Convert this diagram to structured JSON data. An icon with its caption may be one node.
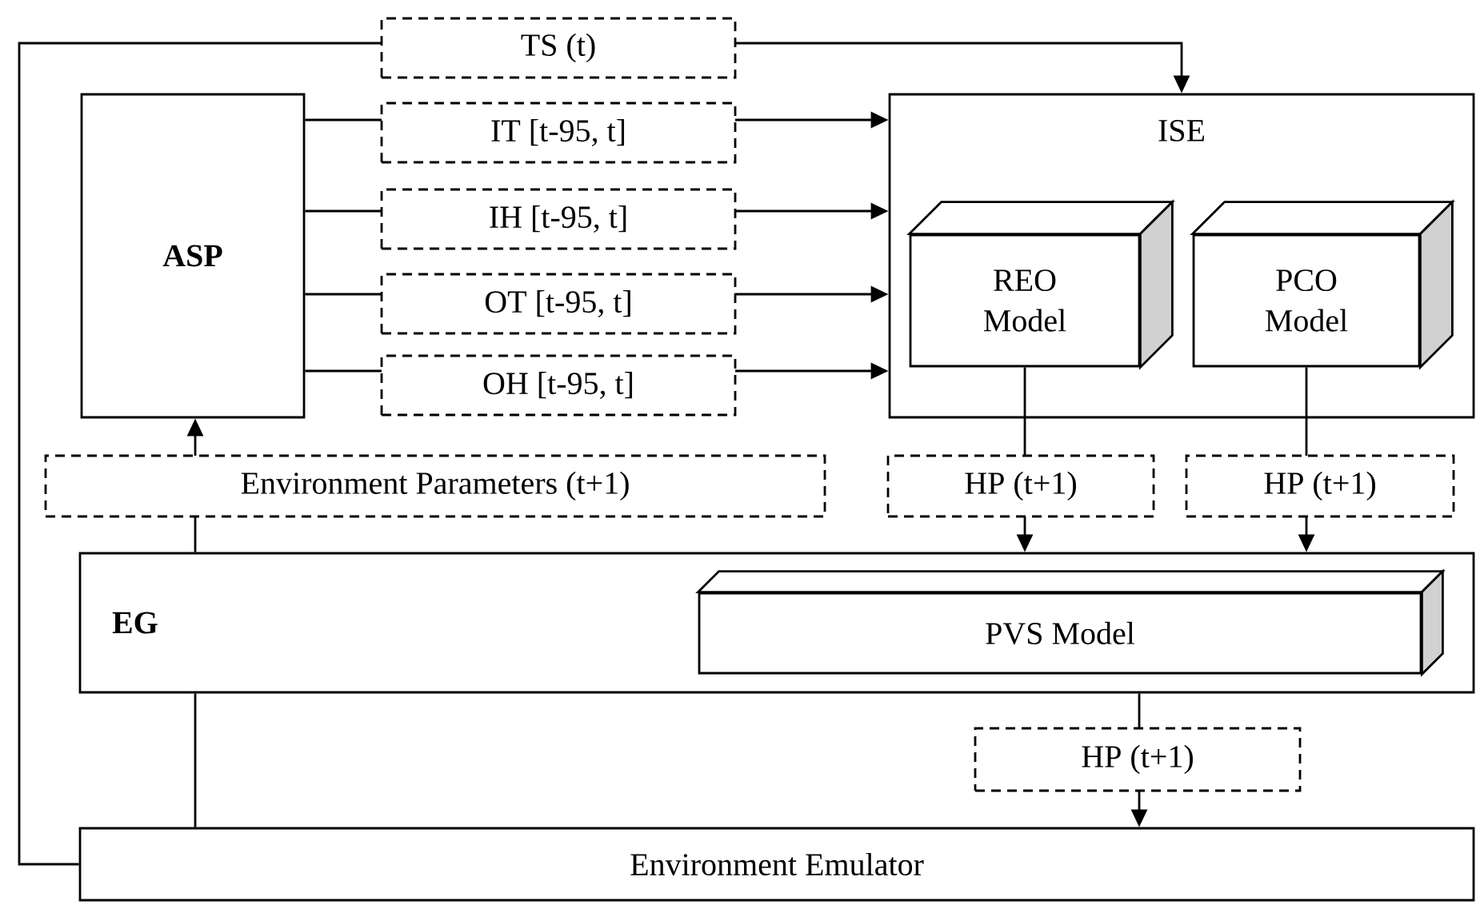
{
  "diagram": {
    "nodes": [
      {
        "text": [
          "ASP"
        ]
      },
      {
        "text": [
          "ISE"
        ]
      },
      {
        "text": [
          "REO Model"
        ],
        "in": 1
      },
      {
        "text": [
          "PCO Model"
        ],
        "in": 1
      },
      {
        "text": [
          "EG"
        ]
      },
      {
        "text": [
          "PVS Model"
        ],
        "in": 4
      },
      {
        "text": [
          "Environment Emulator"
        ]
      }
    ],
    "edges": [
      {
        "from": 6,
        "to": 1,
        "arrow": "to",
        "label": "TS (t)"
      },
      {
        "from": 0,
        "to": 1,
        "arrow": "to",
        "label": "IT [t-95, t]"
      },
      {
        "from": 0,
        "to": 1,
        "arrow": "to",
        "label": "IH [t-95, t]"
      },
      {
        "from": 0,
        "to": 1,
        "arrow": "to",
        "label": "OT [t-95, t]"
      },
      {
        "from": 0,
        "to": 1,
        "arrow": "to",
        "label": "OH [t-95, t]"
      },
      {
        "from": 4,
        "to": 0,
        "arrow": "to",
        "label": "Environment Parameters (t+1)"
      },
      {
        "from": 6,
        "to": 4,
        "arrow": "none"
      },
      {
        "from": 2,
        "to": 4,
        "arrow": "to",
        "label": "HP (t+1)"
      },
      {
        "from": 3,
        "to": 4,
        "arrow": "to",
        "label": "HP (t+1)"
      },
      {
        "from": 4,
        "to": 6,
        "arrow": "to",
        "label": "HP (t+1)"
      }
    ]
  }
}
